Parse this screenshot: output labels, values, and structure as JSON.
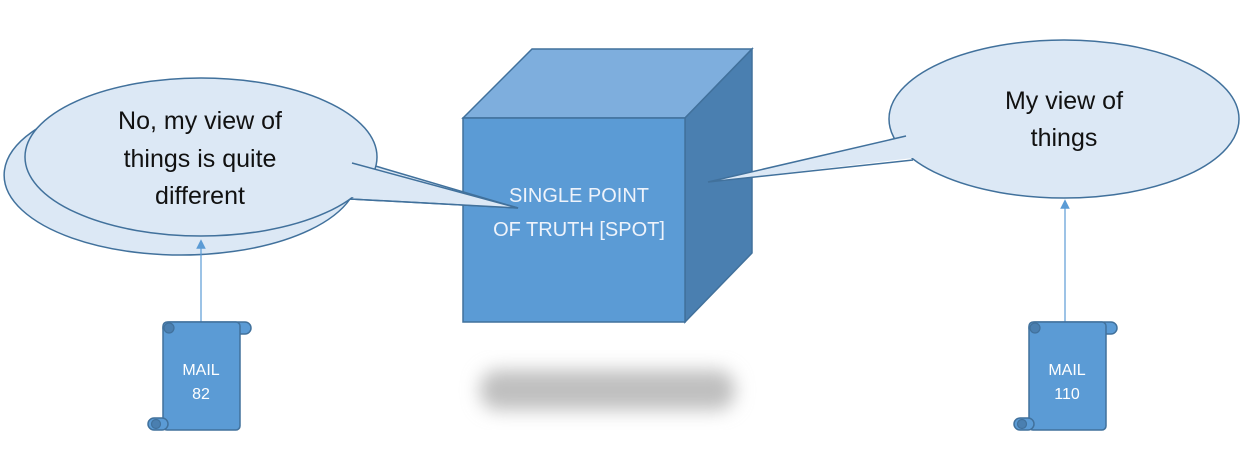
{
  "cube": {
    "line1": "SINGLE POINT",
    "line2": "OF TRUTH [SPOT]"
  },
  "bubble_left": {
    "line1": "No, my view of",
    "line2": "things is quite",
    "line3": "different"
  },
  "bubble_right": {
    "line1": "My view of",
    "line2": "things"
  },
  "scroll_left": {
    "line1": "MAIL",
    "line2": "82"
  },
  "scroll_right": {
    "line1": "MAIL",
    "line2": "110"
  },
  "colors": {
    "cube_front": "#5b9bd5",
    "cube_top": "#7eaedd",
    "cube_side": "#4a7fb0",
    "outline": "#41719c",
    "bubble_fill": "#dce8f5",
    "scroll_fill": "#5b9bd5"
  }
}
